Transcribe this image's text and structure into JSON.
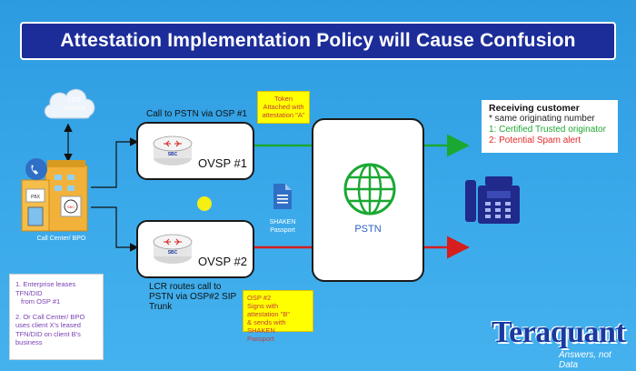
{
  "title": "Attestation Implementation Policy will Cause Confusion",
  "lcr_service": {
    "line1": "LCR",
    "line2": "Service"
  },
  "call_center": {
    "label": "Call Center/ BPO",
    "pbx_label": "PBX",
    "sbc_small": "SBC"
  },
  "route1": {
    "caption": "Call to PSTN via OSP #1",
    "sbc": "SBC",
    "osp": "OVSP #1",
    "token_note": [
      "Token",
      "Attached with",
      "attestation \"A\""
    ]
  },
  "route2": {
    "caption": [
      "LCR routes call to",
      "PSTN via OSP#2 SIP",
      "Trunk"
    ],
    "sbc": "SBC",
    "osp": "OVSP #2",
    "osp_note": [
      "OSP #2",
      "Signs with attestation \"B\"",
      "& sends with SHAKEN",
      "Passport"
    ]
  },
  "shaken": {
    "line1": "SHAKEN",
    "line2": "Passport"
  },
  "pstn": "PSTN",
  "receiving": {
    "title": "Receiving customer",
    "line1": "* same originating number",
    "line2": "1: Certified Trusted originator",
    "line3": "2: Potential Spam alert"
  },
  "left_note": {
    "p1": [
      "1. Enterprise leases TFN/DID",
      "from OSP #1"
    ],
    "p2": [
      "2. Or Call Center/ BPO",
      "uses client X's leased",
      "TFN/DID on client B's",
      "business"
    ]
  },
  "logo": {
    "name": "Teraquant",
    "tagline": "Answers, not Data"
  },
  "colors": {
    "green_arrow": "#1aa832",
    "red_arrow": "#d61e1e",
    "title_bg": "#1c2d99"
  }
}
